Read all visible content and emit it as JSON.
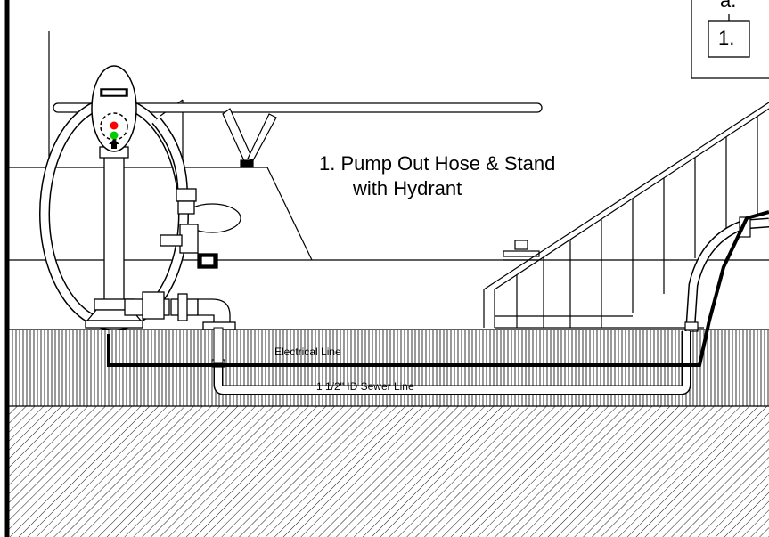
{
  "diagram": {
    "title_line1": "1. Pump Out Hose & Stand",
    "title_line2": "with  Hydrant",
    "electrical_label": "Electrical Line",
    "sewer_label": "1 1/2\" ID Sewer Line",
    "ref_letter": "a.",
    "ref_number": "1.",
    "indicator_colors": {
      "red": "#ff0000",
      "green": "#00cc00",
      "black": "#000000"
    }
  }
}
